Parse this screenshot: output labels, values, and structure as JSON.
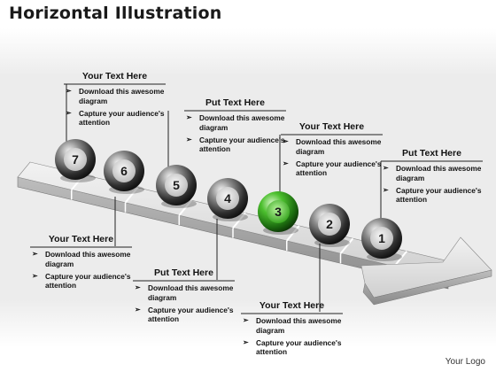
{
  "title": "Horizontal Illustration",
  "logo": "Your Logo",
  "colors": {
    "ball": "#2b2b2b",
    "highlight_ball": "#2f9a1c",
    "step_top": "#d9d9d9",
    "background_band": "#efefef"
  },
  "steps": [
    {
      "number": "7",
      "highlighted": false
    },
    {
      "number": "6",
      "highlighted": false
    },
    {
      "number": "5",
      "highlighted": false
    },
    {
      "number": "4",
      "highlighted": false
    },
    {
      "number": "3",
      "highlighted": true
    },
    {
      "number": "2",
      "highlighted": false
    },
    {
      "number": "1",
      "highlighted": false
    }
  ],
  "callouts": [
    {
      "heading": "Your Text Here",
      "bullets": [
        "Download this awesome diagram",
        "Capture your audience's attention"
      ]
    },
    {
      "heading": "Your Text Here",
      "bullets": [
        "Download this awesome diagram",
        "Capture your audience's attention"
      ]
    },
    {
      "heading": "Put Text Here",
      "bullets": [
        "Download this awesome diagram",
        "Capture your audience's attention"
      ]
    },
    {
      "heading": "Put Text Here",
      "bullets": [
        "Download this awesome diagram",
        "Capture your audience's attention"
      ]
    },
    {
      "heading": "Your Text Here",
      "bullets": [
        "Download this awesome diagram",
        "Capture your audience's attention"
      ]
    },
    {
      "heading": "Your Text Here",
      "bullets": [
        "Download this awesome diagram",
        "Capture your audience's attention"
      ]
    },
    {
      "heading": "Put Text Here",
      "bullets": [
        "Download this awesome diagram",
        "Capture your audience's attention"
      ]
    }
  ]
}
